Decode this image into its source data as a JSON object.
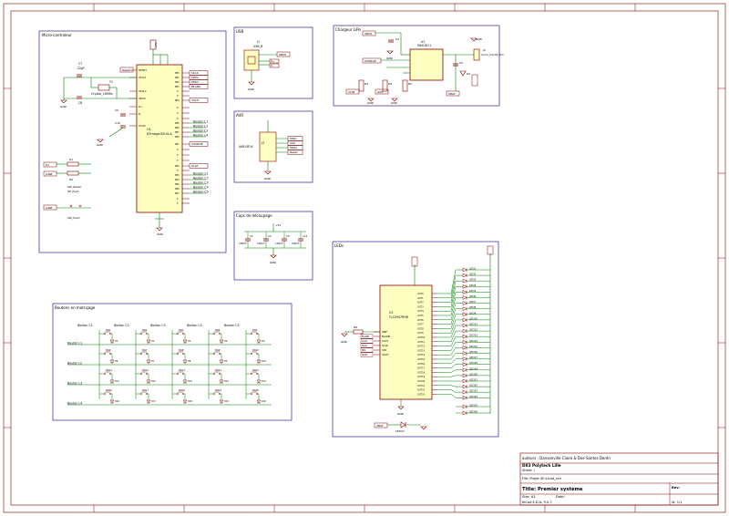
{
  "colors": {
    "frame": "#840000",
    "wire": "#008400",
    "part": "#840000",
    "body": "#ffffc2",
    "text": "#000000",
    "label": "#000084",
    "led": "#840000"
  },
  "blocks": {
    "micro": "Micro-controleur",
    "usb": "USB",
    "charger": "Chargeur LiPo",
    "avr": "AVR",
    "caps": "Caps de découpage",
    "leds": "LEDs",
    "buttons": "Boutons en matriçage"
  },
  "micro": {
    "ic_ref": "U1",
    "ic_value": "ATmega32U4-A",
    "power": [
      "+5V",
      "+5V",
      "+5V"
    ],
    "left_pins": [
      "RESET",
      "XTAL1",
      "XTAL2",
      "VBUS",
      "D+",
      "D-",
      "UCAP"
    ],
    "right_nets": [
      "SCLK",
      "MOSI",
      "MISO",
      "BLANK",
      "VOUT",
      "Bouton L1",
      "Bouton L2",
      "Bouton L3",
      "Bouton L4",
      "CHARGE",
      "XLAT",
      "Bouton C1",
      "Bouton C2",
      "Bouton C3",
      "Bouton C4",
      "Bouton C5"
    ],
    "crystal": "Y1",
    "crystal_value": "Crystal_16MHz",
    "caps": [
      "C7",
      "C8",
      "C9",
      "C10",
      "C6"
    ],
    "cap_value": "22pF",
    "resistors": [
      "R1",
      "R2"
    ],
    "res_values": [
      "22R",
      "22R"
    ],
    "ports": [
      "D+",
      "D-",
      "Reset",
      "sdaB"
    ],
    "switches": [
      "SW_Reset",
      "SK_Push",
      "SW_Push"
    ],
    "gnd": "GND"
  },
  "usb": {
    "ref": "J1",
    "value": "USB_B",
    "nets": [
      "VBUS",
      "D+",
      "D-"
    ],
    "gnd": "GND"
  },
  "charger": {
    "ic_ref": "U2",
    "ic_value": "MAX1811",
    "nets": [
      "VBUS",
      "CHARGE",
      "VLIM",
      "ILIM",
      "VBAT"
    ],
    "parts": [
      "C4",
      "C5",
      "R3",
      "R4",
      "R5",
      "D2"
    ],
    "connector": "J2",
    "connector_value": "Conn_01x02_Pin",
    "gnd": "GND"
  },
  "avr": {
    "ref": "J3",
    "value": "AVR-ISP-6",
    "nets": [
      "MISO",
      "SCK",
      "MOSI",
      "Reset"
    ],
    "gnd": "GND"
  },
  "caps": {
    "parts": [
      "C1",
      "C2",
      "C3",
      "C11"
    ],
    "value": "100nF",
    "net": "+5V",
    "gnd": "GND"
  },
  "leds": {
    "ic_ref": "U3",
    "ic_value": "TLC5947RHB",
    "left_pins": [
      "IREF",
      "BLANK",
      "XLAT",
      "SCLK",
      "SIN",
      "SOUT"
    ],
    "outputs": [
      "OUT0",
      "OUT1",
      "OUT2",
      "OUT3",
      "OUT4",
      "OUT5",
      "OUT6",
      "OUT7",
      "OUT8",
      "OUT9",
      "OUT10",
      "OUT11",
      "OUT12",
      "OUT13",
      "OUT14",
      "OUT15",
      "OUT16",
      "OUT17",
      "OUT18",
      "OUT19",
      "OUT20",
      "OUT21",
      "OUT22",
      "OUT23"
    ],
    "led_refs": [
      "LED1",
      "LED2",
      "LED3",
      "LED4",
      "LED5",
      "LED6",
      "LED7",
      "LED8",
      "LED9",
      "LED10",
      "LED11",
      "LED12",
      "LED13",
      "LED14",
      "LED15",
      "LED16",
      "LED17",
      "LED18",
      "LED19",
      "LED20",
      "LED21",
      "LED22",
      "LED23",
      "LED24"
    ],
    "iref_res": "R6",
    "extra": [
      "LED25",
      "LED26"
    ],
    "power_led": "LED27",
    "power_net": "VBAT",
    "gnd": "GND"
  },
  "buttons": {
    "cols": [
      "Bouton C1",
      "Bouton C2",
      "Bouton C3",
      "Bouton C4",
      "Bouton C5"
    ],
    "rows": [
      "Bouton L1",
      "Bouton L2",
      "Bouton L3",
      "Bouton L4"
    ],
    "switch_prefix": "SW",
    "diode_prefix": "D"
  },
  "title_block": {
    "authors": "auteurs : Dansonville Claire & Dos-Santos Dorén",
    "company": "DII3 Polytech Lille",
    "sheet": "Sheet: /",
    "file": "File: Projet SE.kicad_sch",
    "title": "Title: Premier système",
    "size": "Size: A3",
    "date": "Date:",
    "kicad": "KiCad E.D.A. 9.0.7",
    "rev": "Rev:",
    "id": "Id: 1/1"
  }
}
